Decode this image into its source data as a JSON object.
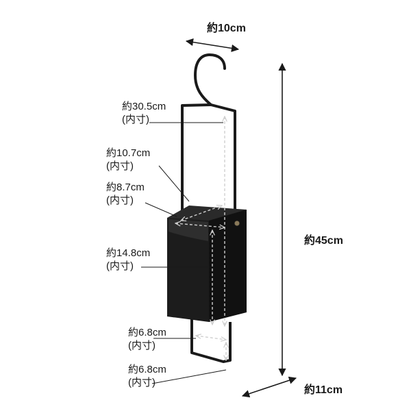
{
  "colors": {
    "ink": "#1a1a1a",
    "dash": "#cfcfcf",
    "body": "#1c1c1c"
  },
  "dimensions": {
    "top_width": "約10cm",
    "height_total": "約45cm",
    "bottom_depth": "約11cm",
    "inner_label": "(内寸)",
    "hook_frame_height": "約30.5cm",
    "depth_top": "約10.7cm",
    "width_top": "約8.7cm",
    "case_height": "約14.8cm",
    "bottom_frame_a": "約6.8cm",
    "bottom_frame_b": "約6.8cm"
  }
}
